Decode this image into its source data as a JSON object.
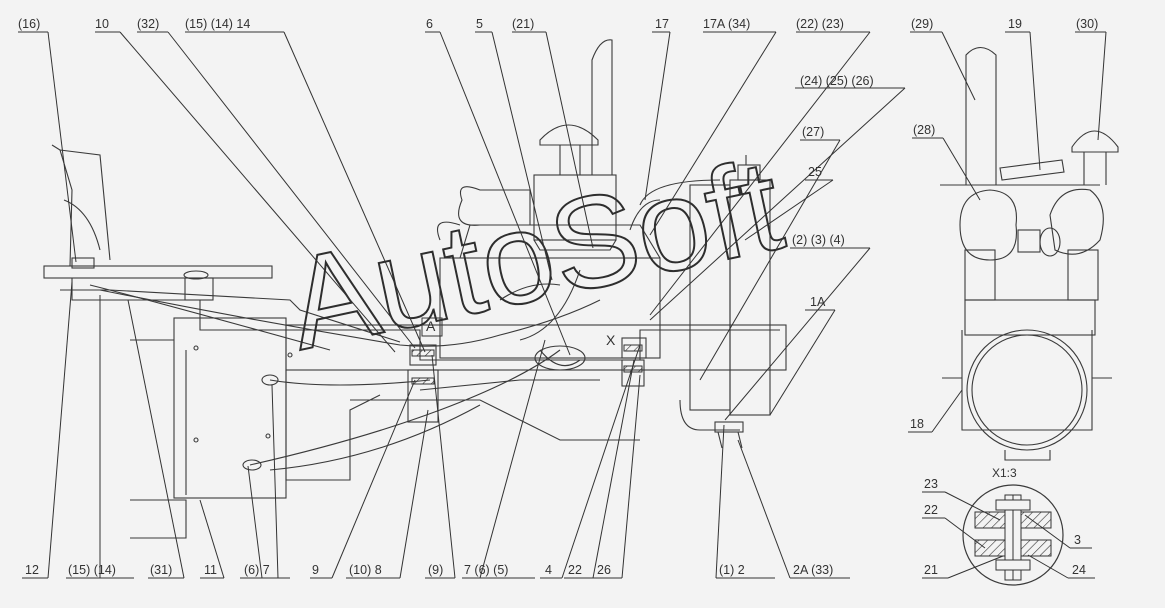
{
  "diagram": {
    "top_callouts": [
      "(16)",
      "10",
      "(32)",
      "(15) (14) 14",
      "6",
      "5",
      "(21)",
      "17",
      "17A (34)",
      "(22) (23)",
      "(24) (25) (26)",
      "(27)",
      "25",
      "(2) (3) (4)",
      "1A",
      "(29)",
      "19",
      "(30)",
      "(28)"
    ],
    "bottom_callouts": [
      "12",
      "(15) (14)",
      "(31)",
      "11",
      "(6) 7",
      "9",
      "(10) 8",
      "(9)",
      "7 (6) (5)",
      "4",
      "22",
      "26",
      "(1) 2",
      "2A (33)",
      "18"
    ],
    "detail_callouts": [
      "23",
      "22",
      "3",
      "21",
      "24"
    ],
    "view_marks": [
      "A",
      "X"
    ],
    "detail_title": "X1:3",
    "watermark": "AutoSoft"
  },
  "colors": {
    "line": "#3a3a3a",
    "bg": "#f3f3f3"
  }
}
